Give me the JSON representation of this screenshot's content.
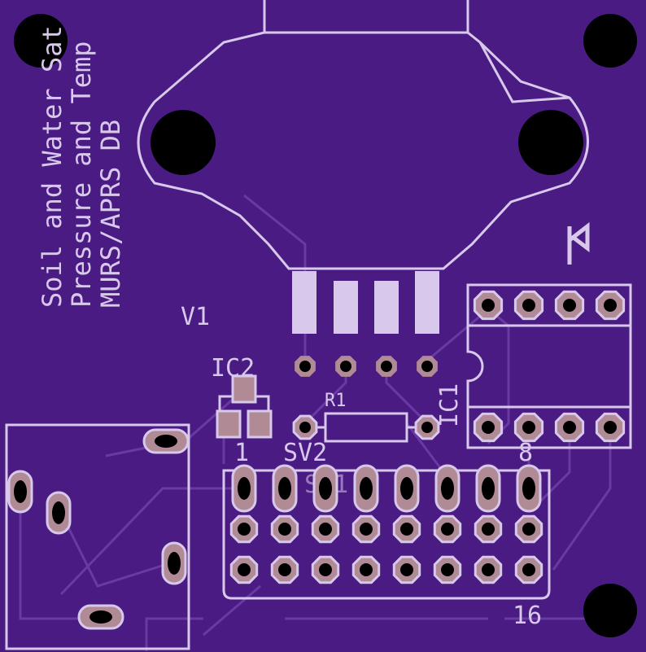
{
  "colors": {
    "board": "#4a1b82",
    "silk": "#d8c8ec",
    "trace": "#6a3aa4",
    "copper": "#b08a94",
    "drill": "#000000"
  },
  "labels": {
    "title_line1": "Soil and Water Sat",
    "title_line2": "Pressure and Temp",
    "title_line3": "MURS/APRS DB",
    "v1": "V1",
    "ic2": "IC2",
    "r1": "R1",
    "ic1": "IC1",
    "sv2": "SV2",
    "sv1": "SV1",
    "pin1": "1",
    "pin8": "8",
    "pin16": "16"
  }
}
